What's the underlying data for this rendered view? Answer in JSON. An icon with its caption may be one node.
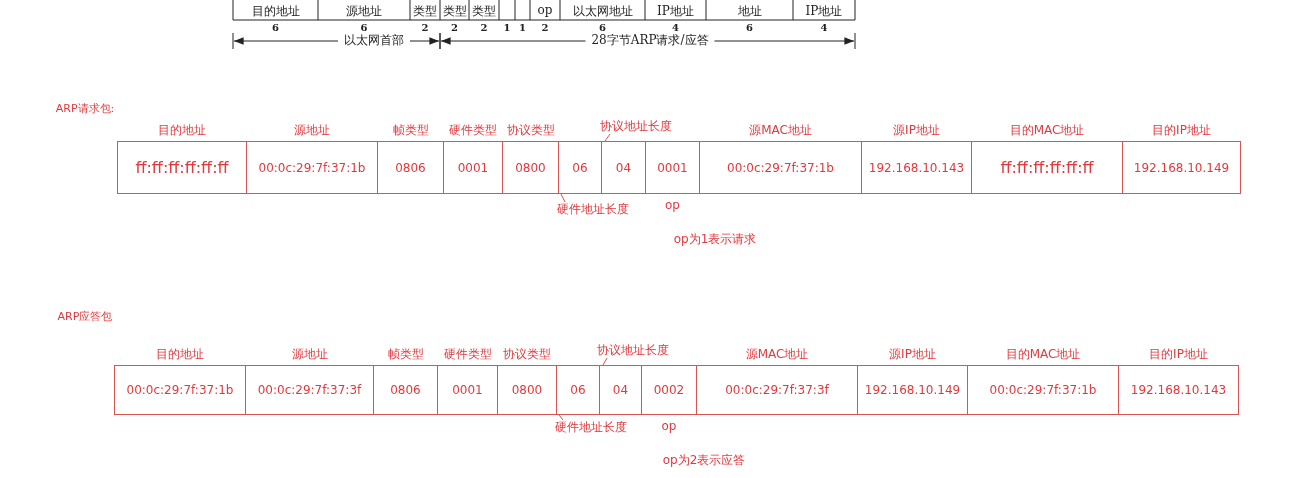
{
  "diagram": {
    "nodes": [
      {
        "text": [
          "目的地址",
          "ff:ff:ff:ff:ff:ff"
        ]
      },
      {
        "text": [
          "源地址",
          "00:0c:29:7f:37:1b"
        ]
      },
      {
        "text": [
          "帧类型",
          "0806"
        ]
      },
      {
        "text": [
          "硬件类型",
          "0001"
        ]
      },
      {
        "text": [
          "协议类型",
          "0800"
        ]
      },
      {
        "text": [
          "06"
        ]
      },
      {
        "text": [
          "04"
        ]
      },
      {
        "text": [
          "0001",
          "op"
        ]
      },
      {
        "text": [
          "源MAC地址",
          "00:0c:29:7f:37:1b"
        ]
      },
      {
        "text": [
          "源IP地址",
          "192.168.10.143"
        ]
      },
      {
        "text": [
          "目的MAC地址",
          "ff:ff:ff:ff:ff:ff"
        ]
      },
      {
        "text": [
          "目的IP地址",
          "192.168.10.149"
        ]
      },
      {
        "text": [
          "协议地址长度"
        ]
      },
      {
        "text": [
          "硬件地址长度"
        ]
      },
      {
        "text": [
          "目的地址",
          "00:0c:29:7f:37:1b"
        ]
      },
      {
        "text": [
          "源地址",
          "00:0c:29:7f:37:3f"
        ]
      },
      {
        "text": [
          "帧类型",
          "0806"
        ]
      },
      {
        "text": [
          "硬件类型",
          "0001"
        ]
      },
      {
        "text": [
          "协议类型",
          "0800"
        ]
      },
      {
        "text": [
          "06"
        ]
      },
      {
        "text": [
          "04"
        ]
      },
      {
        "text": [
          "0002",
          "op"
        ]
      },
      {
        "text": [
          "源MAC地址",
          "00:0c:29:7f:37:3f"
        ]
      },
      {
        "text": [
          "源IP地址",
          "192.168.10.149"
        ]
      },
      {
        "text": [
          "目的MAC地址",
          "00:0c:29:7f:37:1b"
        ]
      },
      {
        "text": [
          "目的IP地址",
          "192.168.10.143"
        ]
      },
      {
        "text": [
          "协议地址长度"
        ]
      },
      {
        "text": [
          "硬件地址长度"
        ]
      }
    ],
    "edges": [
      {
        "from": 12,
        "to": 6,
        "arrow": "none"
      },
      {
        "from": 13,
        "to": 5,
        "arrow": "none"
      },
      {
        "from": 26,
        "to": 20,
        "arrow": "none"
      },
      {
        "from": 27,
        "to": 19,
        "arrow": "none"
      }
    ],
    "labels": [
      "目的地址",
      "源地址",
      "类型",
      "类型",
      "类型",
      "op",
      "以太网地址",
      "IP地址",
      "地址",
      "IP地址",
      "6",
      "6",
      "2",
      "2",
      "2",
      "1",
      "1",
      "2",
      "6",
      "4",
      "6",
      "4",
      "以太网首部",
      "28字节ARP请求/应答",
      "ARP请求包:",
      "op为1表示请求",
      "ARP应答包",
      "op为2表示应答"
    ]
  }
}
